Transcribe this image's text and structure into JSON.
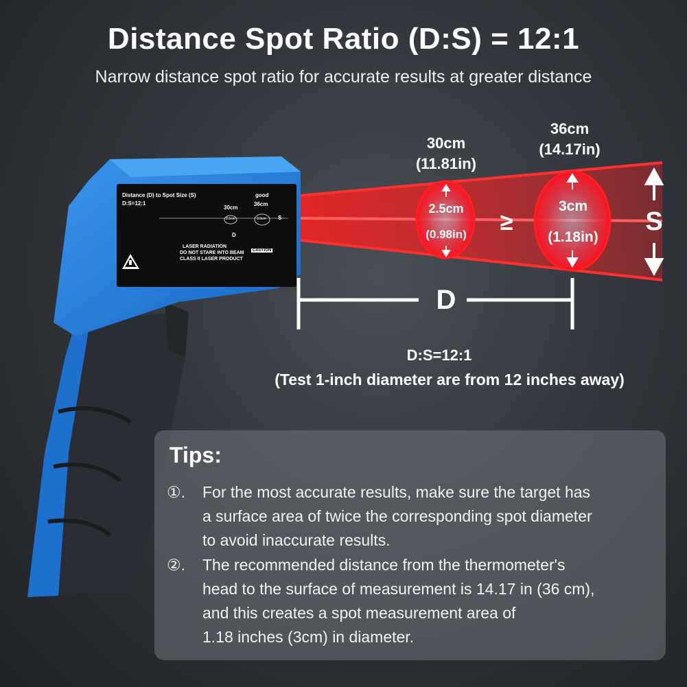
{
  "header": {
    "title": "Distance Spot Ratio (D:S) = 12:1",
    "subtitle": "Narrow distance spot ratio for accurate results at greater distance"
  },
  "device_label": {
    "heading": "Distance (D) to Spot Size (S)",
    "ratio": "D:S=12:1",
    "good": "good",
    "dist1": "30cm",
    "dist2": "36cm",
    "spot1": "2.5cm",
    "spot2": "3.0cm",
    "s": "S",
    "d": "D",
    "warning_line1": "LASER RADIATION",
    "warning_line2": "DO NOT STARE INTO BEAM",
    "warning_line3": "CLASS II LASER PRODUCT",
    "caution": "CAUTION",
    "warning_icon": "warning-triangle-icon"
  },
  "diagram": {
    "near_distance_cm": "30cm",
    "near_distance_in": "(11.81in)",
    "far_distance_cm": "36cm",
    "far_distance_in": "(14.17in)",
    "near_spot_cm": "2.5cm",
    "near_spot_in": "(0.98in)",
    "far_spot_cm": "3cm",
    "far_spot_in": "(1.18in)",
    "comparison_symbol": "≥",
    "s_label": "S",
    "d_label": "D",
    "ratio_text": "D:S=12:1",
    "ratio_note": "(Test 1-inch diameter are from 12 inches away)",
    "beam_color": "#ff1a1a",
    "device_color": "#1f7fe0"
  },
  "tips": {
    "heading": "Tips:",
    "items": [
      {
        "num": "①.",
        "lines": [
          "For the most accurate results, make sure the target has",
          "a surface area of twice the corresponding spot diameter",
          "to avoid inaccurate results."
        ]
      },
      {
        "num": "②.",
        "lines": [
          "The recommended distance from the thermometer's",
          "head to the surface of measurement is 14.17 in (36 cm),",
          "and this creates a spot measurement area of",
          "1.18 inches (3cm) in diameter."
        ]
      }
    ]
  }
}
